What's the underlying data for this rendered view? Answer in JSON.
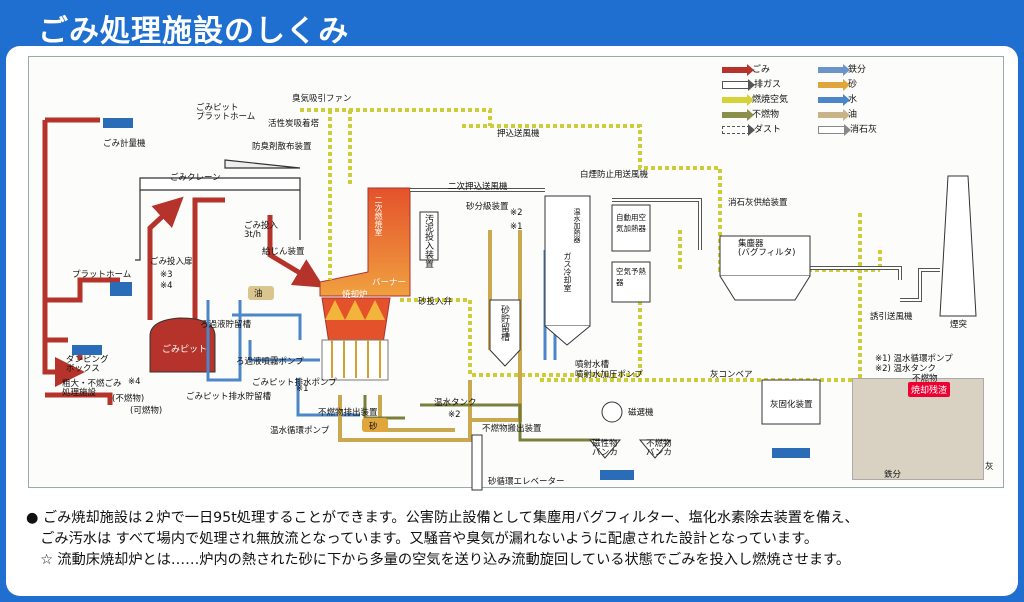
{
  "title": "ごみ処理施設のしくみ",
  "legend": [
    {
      "label": "ごみ",
      "color": "#b5332a"
    },
    {
      "label": "排ガス",
      "color": "#ffffff"
    },
    {
      "label": "燃焼空気",
      "color": "#d6d23a"
    },
    {
      "label": "不燃物",
      "color": "#8a8f4a"
    },
    {
      "label": "ダスト",
      "color": "#ffffff"
    },
    {
      "label": "鉄分",
      "color": "#6d94c8"
    },
    {
      "label": "砂",
      "color": "#e0a63c"
    },
    {
      "label": "水",
      "color": "#4c86c9"
    },
    {
      "label": "油",
      "color": "#c9b48a"
    },
    {
      "label": "消石灰",
      "color": "#ffffff"
    }
  ],
  "labels": {
    "scale": "ごみ計量機",
    "platform_home_top": "ごみピット\nプラットホーム",
    "odor_fan": "臭気吸引ファン",
    "activated_carbon": "活性炭吸着塔",
    "deodorizer": "防臭剤散布装置",
    "crane": "ごみクレーン",
    "hopper_in": "ごみ投入扉",
    "platform_home": "プラットホーム",
    "dumping_box": "ダンピング\nボックス",
    "bulky": "粗大・不燃ごみ\n処理施設",
    "pit": "ごみピット",
    "feed_device": "給じん装置",
    "filtrate_tank": "ろ過液貯留槽",
    "filtrate_pump": "ろ過液噴霧ポンプ",
    "pit_drain": "ごみピット排水ポンプ",
    "pit_drain_tank": "ごみピット排水貯留槽",
    "oil": "油",
    "furnace": "焼却炉",
    "secondary_chamber": "二次燃焼室",
    "burner": "バーナー",
    "sludge_feed": "汚泥投入装置",
    "sand_classifier": "砂分級装置",
    "sand_feed": "砂投入弁",
    "sand_storage": "砂貯留槽",
    "secondary_fan": "二次押込送風機",
    "push_fan": "押込送風機",
    "white_smoke": "白煙防止用送風機",
    "gas_cooler": "ガス冷却室",
    "warm_air": "温水加熱器",
    "auto_air": "自動用空気加熱器",
    "air_preheater": "空気予熱器",
    "lime_feeder": "消石灰供給装置",
    "dust_collector": "集塵器\n(バグフィルタ)",
    "induced_fan": "誘引送風機",
    "chimney": "煙突",
    "spray_tank": "噴射水槽",
    "spray_pump": "噴射水加圧ポンプ",
    "ash_conveyor": "灰コンベア",
    "ash_solid": "灰固化装置",
    "noncomb_discharge": "不燃物排出装置",
    "noncomb_conveyor": "不燃物搬出装置",
    "warm_water_tank": "温水タンク",
    "warm_pump": "温水循環ポンプ",
    "sand_elevator": "砂循環エレベーター",
    "magnet": "磁選機",
    "magnetic_bunker": "磁性物\nバンカ",
    "nonmag_bunker": "不燃物\nバンカ",
    "sand": "砂",
    "note1": "※1) 温水循環ポンプ",
    "note2": "※2) 温水タンク",
    "photo_title": "焼却残渣",
    "photo_nonburn": "不燃物",
    "photo_ash": "灰",
    "photo_iron": "鉄分",
    "note_mark1": "※1",
    "note_mark2": "※2",
    "note_mark3": "※3",
    "note_mark4": "※4",
    "burnable": "(可燃物)",
    "nonburnable": "(不燃物)",
    "pit_label_3t": "ごみ投入\n3t/h"
  },
  "footer": {
    "line1": "● ごみ焼却施設は２炉で一日95t処理することができます。公害防止設備として集塵用バグフィルター、塩化水素除去装置を備え、",
    "line2": "　ごみ汚水は すべて場内で処理され無放流となっています。又騒音や臭気が漏れないように配慮された設計となっています。",
    "line3": "　☆ 流動床焼却炉とは……炉内の熱された砂に下から多量の空気を送り込み流動旋回している状態でごみを投入し燃焼させます。"
  }
}
